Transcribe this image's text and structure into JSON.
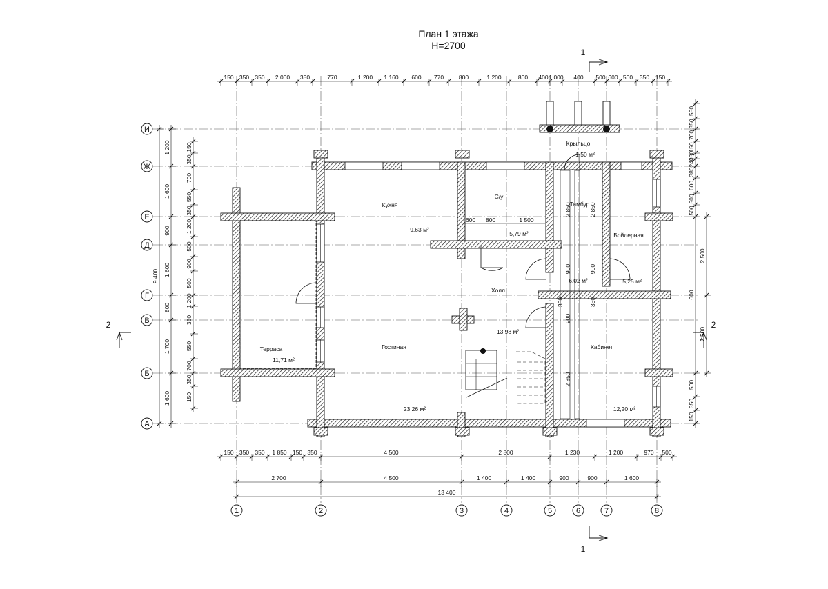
{
  "title": {
    "line1": "План 1 этажа",
    "line2": "H=2700"
  },
  "colors": {
    "ink": "#111111",
    "axis_line": "#555555",
    "paper": "#ffffff"
  },
  "axes_vertical": [
    "1",
    "2",
    "3",
    "4",
    "5",
    "6",
    "7",
    "8"
  ],
  "axes_horizontal": [
    "И",
    "Ж",
    "Е",
    "Д",
    "Г",
    "В",
    "Б",
    "А"
  ],
  "section_marks": {
    "sec1": "1",
    "sec2": "2"
  },
  "dims_top": [
    "150",
    "350",
    "350",
    "2 000",
    "350",
    "770",
    "1 200",
    "1 160",
    "600",
    "770",
    "800",
    "1 200",
    "800",
    "400",
    "1 000",
    "400",
    "500",
    "600",
    "500",
    "350",
    "150"
  ],
  "dims_bottom_row1": [
    "150",
    "350",
    "350",
    "1 850",
    "150",
    "350",
    "4 500",
    "2 800",
    "1 230",
    "1 200",
    "970",
    "500"
  ],
  "dims_bottom_row2": [
    "2 700",
    "4 500",
    "1 400",
    "1 400",
    "900",
    "900",
    "1 600"
  ],
  "dim_bottom_total": "13 400",
  "dims_left_outer": [
    "1 200",
    "1 600",
    "900",
    "1 600",
    "800",
    "1 700",
    "1 600"
  ],
  "dim_left_total": "9 400",
  "dims_left_inner": [
    "150",
    "350",
    "700",
    "550",
    "350",
    "1 200",
    "500",
    "900",
    "500",
    "1 200",
    "350",
    "550",
    "700",
    "350",
    "150"
  ],
  "dims_right_inner": [
    "550",
    "350",
    "700",
    "150",
    "230",
    "240",
    "380",
    "600",
    "500",
    "500",
    "600",
    "500",
    "350",
    "150"
  ],
  "dims_right_outer": [
    "2 500",
    "2 500"
  ],
  "interior_dims": [
    "600",
    "800",
    "1 500",
    "2 850",
    "2 850",
    "900",
    "900",
    "350",
    "350",
    "900",
    "2 850"
  ],
  "rooms": [
    {
      "name": "Кухня",
      "area": "9,63 м²"
    },
    {
      "name": "С/у",
      "area": "5,79 м²"
    },
    {
      "name": "Тамбур",
      "area": "6,02 м²"
    },
    {
      "name": "Бойлерная",
      "area": "5,25 м²"
    },
    {
      "name": "Крыльцо",
      "area": "1,50 м²"
    },
    {
      "name": "Холл",
      "area": "13,98 м²"
    },
    {
      "name": "Гостиная",
      "area": "23,26 м²"
    },
    {
      "name": "Терраса",
      "area": "11,71 м²"
    },
    {
      "name": "Кабинет",
      "area": "12,20 м²"
    }
  ]
}
